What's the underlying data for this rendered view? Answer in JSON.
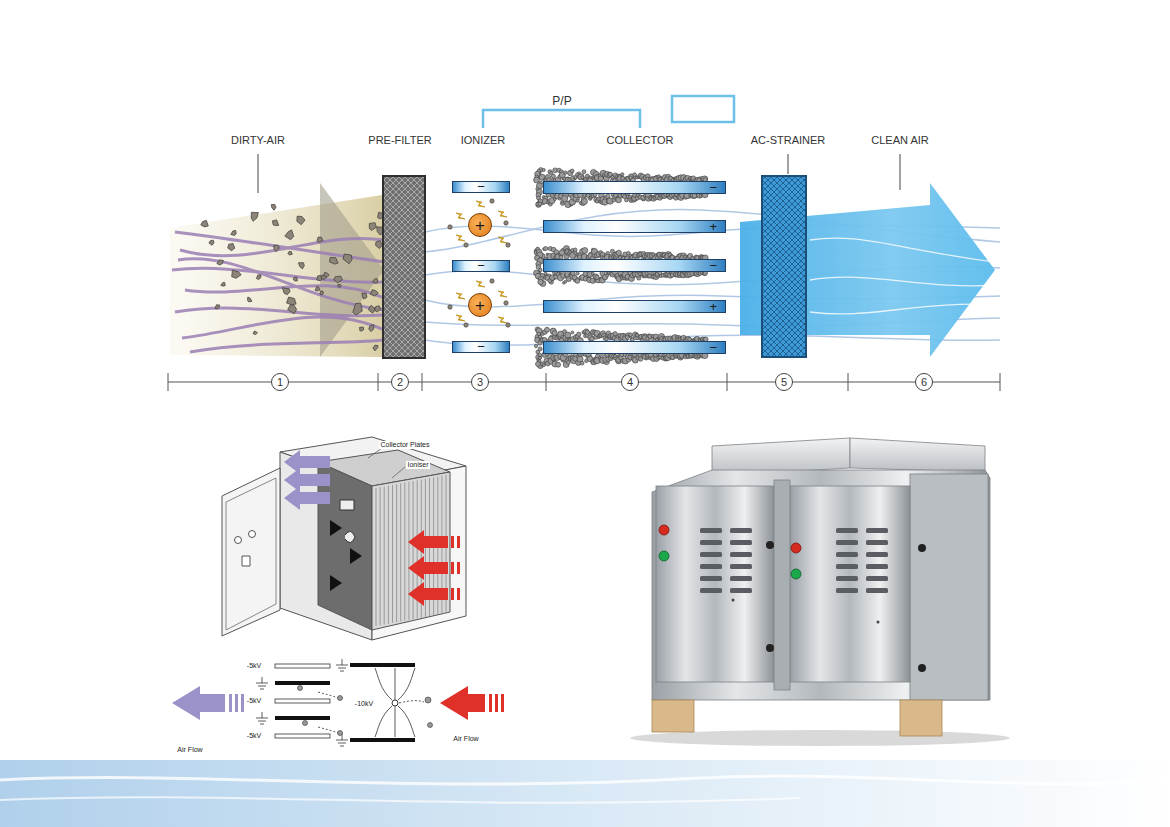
{
  "diagram": {
    "nodes": [
      {
        "text": [
          "−"
        ]
      },
      {
        "text": [
          "+"
        ]
      },
      {
        "text": [
          "−"
        ]
      },
      {
        "text": [
          "+"
        ]
      },
      {
        "text": [
          "−"
        ]
      },
      {
        "text": [
          "−"
        ]
      },
      {
        "text": [
          "+"
        ]
      },
      {
        "text": [
          "−"
        ]
      },
      {
        "text": [
          "+"
        ]
      },
      {
        "text": [
          "−"
        ]
      },
      {
        "text": [
          "1"
        ]
      },
      {
        "text": [
          "2"
        ]
      },
      {
        "text": [
          "3"
        ]
      },
      {
        "text": [
          "4"
        ]
      },
      {
        "text": [
          "5"
        ]
      },
      {
        "text": [
          "6"
        ]
      }
    ],
    "labels": [
      "P/P",
      "DIRTY-AIR",
      "PRE-FILTER",
      "IONIZER",
      "COLLECTOR",
      "AC-STRAINER",
      "CLEAN AIR",
      "Collector Plates",
      "Ioniser",
      "-5kV",
      "-5kV",
      "-5kV",
      "-10kV",
      "Air Flow",
      "Air Flow"
    ]
  }
}
